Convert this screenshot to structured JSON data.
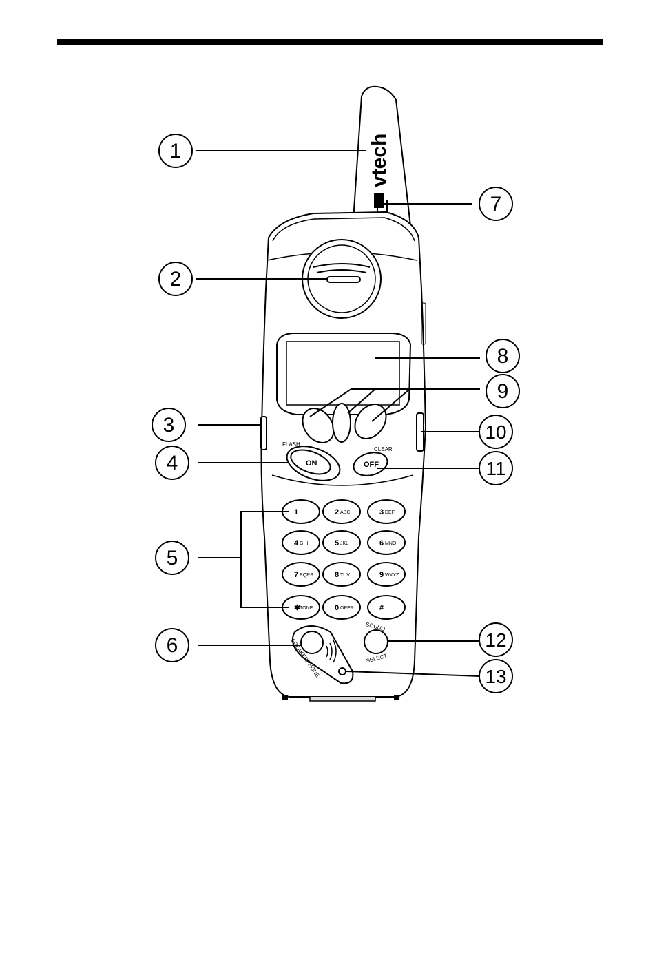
{
  "brand": "vtech",
  "buttons": {
    "flash": "FLASH",
    "on": "ON",
    "clear": "CLEAR",
    "off": "OFF",
    "speakerphone": "SPEAKERPHONE",
    "sound": "SOUND",
    "select": "SELECT"
  },
  "keypad": [
    {
      "digit": "1",
      "letters": ""
    },
    {
      "digit": "2",
      "letters": "ABC"
    },
    {
      "digit": "3",
      "letters": "DEF"
    },
    {
      "digit": "4",
      "letters": "GHI"
    },
    {
      "digit": "5",
      "letters": "JKL"
    },
    {
      "digit": "6",
      "letters": "MNO"
    },
    {
      "digit": "7",
      "letters": "PQRS"
    },
    {
      "digit": "8",
      "letters": "TUV"
    },
    {
      "digit": "9",
      "letters": "WXYZ"
    },
    {
      "digit": "✱",
      "letters": "TONE"
    },
    {
      "digit": "0",
      "letters": "OPER"
    },
    {
      "digit": "#",
      "letters": ""
    }
  ],
  "callouts": [
    "1",
    "2",
    "3",
    "4",
    "5",
    "6",
    "7",
    "8",
    "9",
    "10",
    "11",
    "12",
    "13"
  ]
}
